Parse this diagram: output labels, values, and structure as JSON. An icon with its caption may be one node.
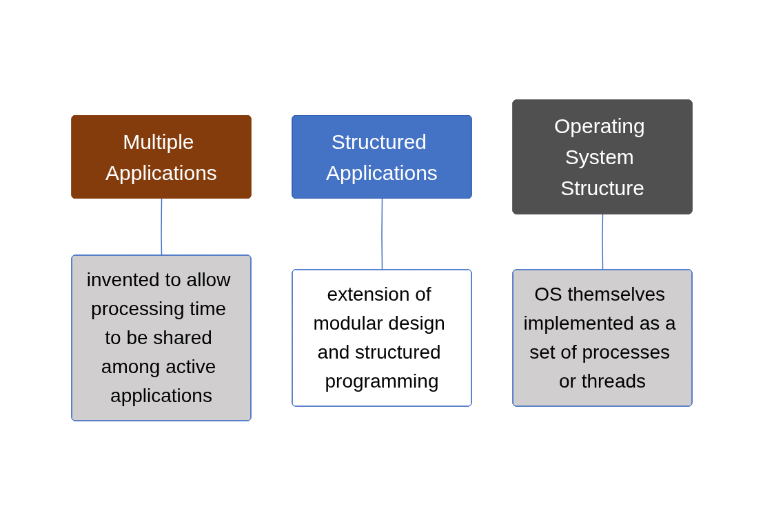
{
  "diagram": {
    "nodes": [
      {
        "text": [
          "Multiple Applications"
        ]
      },
      {
        "text": [
          "invented to allow processing time to be shared among active applications"
        ]
      },
      {
        "text": [
          "Structured Applications"
        ]
      },
      {
        "text": [
          "extension of modular design and structured programming"
        ]
      },
      {
        "text": [
          "Operating System Structure"
        ]
      },
      {
        "text": [
          "OS themselves implemented as a set of processes or threads"
        ]
      }
    ],
    "edges": [
      {
        "from": 0,
        "to": 1,
        "arrow": "none"
      },
      {
        "from": 2,
        "to": 3,
        "arrow": "none"
      },
      {
        "from": 4,
        "to": 5,
        "arrow": "none"
      }
    ]
  }
}
